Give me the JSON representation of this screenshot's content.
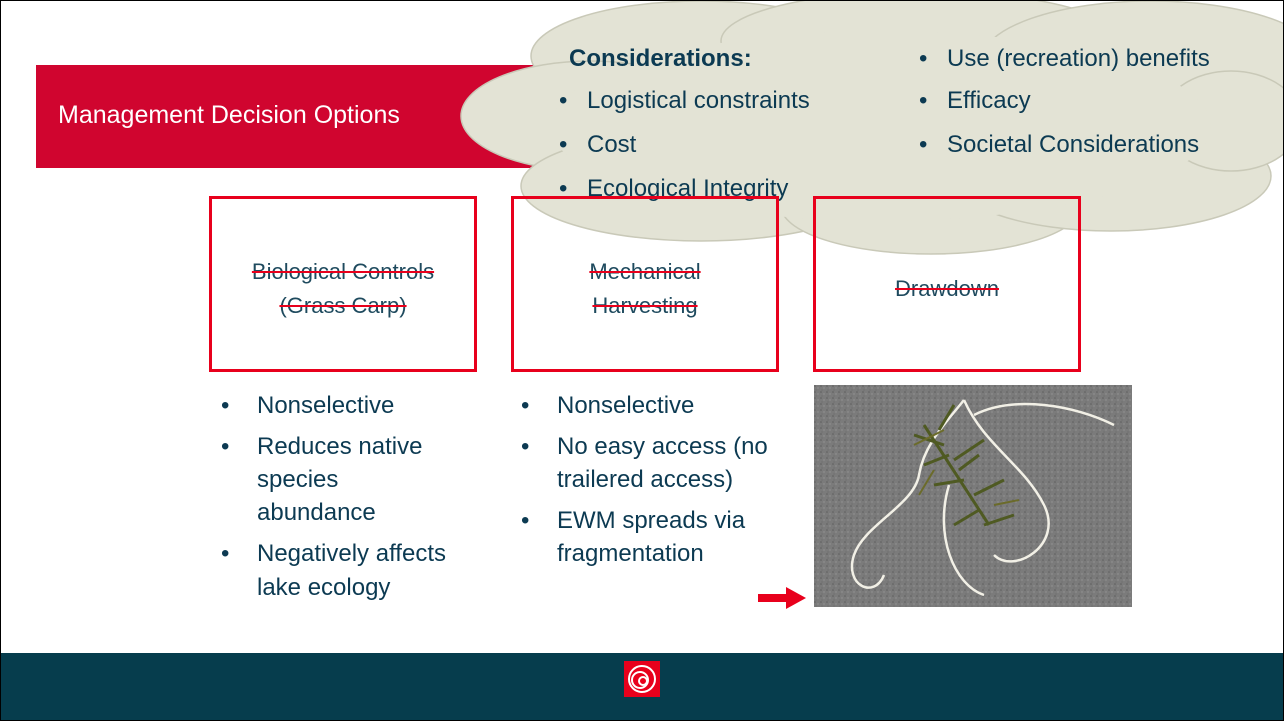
{
  "slide_title": "Management Decision Options",
  "considerations": {
    "heading": "Considerations:",
    "left_items": [
      "Logistical constraints",
      "Cost",
      "Ecological Integrity"
    ],
    "right_items": [
      "Use (recreation) benefits",
      "Efficacy",
      "Societal Considerations"
    ]
  },
  "options": [
    {
      "lines": [
        "Biological Controls",
        "(Grass Carp)"
      ]
    },
    {
      "lines": [
        "Mechanical",
        "Harvesting"
      ]
    },
    {
      "lines": [
        "Drawdown"
      ]
    }
  ],
  "option1_bullets": [
    "Nonselective",
    "Reduces native species abundance",
    "Negatively affects lake ecology"
  ],
  "option2_bullets": [
    "Nonselective",
    "No easy access (no trailered access)",
    "EWM spreads via fragmentation"
  ],
  "bullet_char": "•",
  "colors": {
    "accent_red": "#d0052f",
    "box_border": "#e8001c",
    "text_navy": "#0c3a52",
    "footer": "#063d4d",
    "cloud_fill": "#e3e3d5"
  },
  "icons": [
    "cloud-callout",
    "right-arrow-icon",
    "org-logo-icon"
  ]
}
